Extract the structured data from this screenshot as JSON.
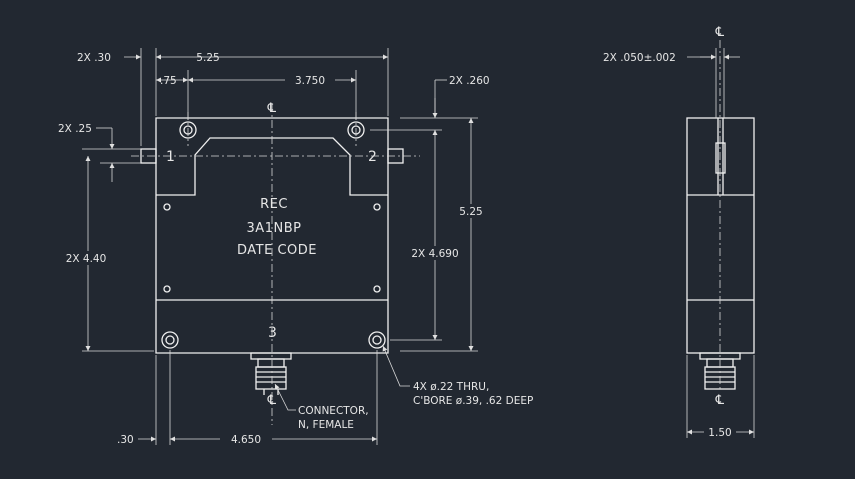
{
  "drawing": {
    "front_view": {
      "pin_labels": [
        "1",
        "2",
        "3"
      ],
      "body_text": [
        "REC",
        "3A1NBP",
        "DATE CODE"
      ],
      "dimensions": {
        "top_width": "5.25",
        "right_height": "5.25",
        "pin_offset_left": "2X .30",
        "hole_edge_offset": ".75",
        "hole_spacing_top": "3.750",
        "top_offset_right": "2X .260",
        "pin_height": "2X .25",
        "pin_vertical": "2X 4.40",
        "hole_spacing_vertical": "2X 4.690",
        "bottom_left_offset": ".30",
        "hole_spacing_bottom": "4.650"
      },
      "notes": {
        "holes_line1": "4X ø.22 THRU,",
        "holes_line2": "C'BORE ø.39, .62 DEEP",
        "connector_line1": "CONNECTOR,",
        "connector_line2": "N, FEMALE"
      },
      "centerline_symbol": "℄"
    },
    "side_view": {
      "dimensions": {
        "tab_thickness": "2X .050±.002",
        "depth": "1.50"
      },
      "centerline_symbol": "℄"
    }
  }
}
